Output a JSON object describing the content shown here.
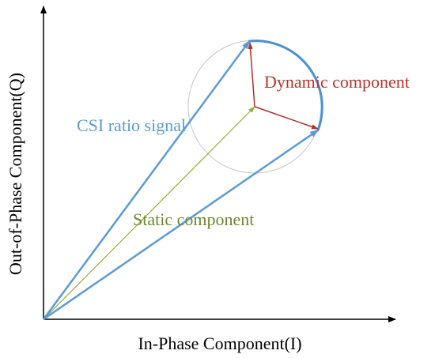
{
  "axes": {
    "x_label": "In-Phase Component(I)",
    "y_label": "Out-of-Phase Component(Q)"
  },
  "labels": {
    "csi_ratio_signal": "CSI ratio signal",
    "static_component": "Static component",
    "dynamic_component": "Dynamic component"
  },
  "colors": {
    "axis": "#000000",
    "csi_vectors": "#5b9bd5",
    "static_vector": "#9aaa38",
    "dynamic_vectors": "#b0302a",
    "arc": "#4a90d9",
    "circle": "#c8c8c8",
    "csi_text": "#5b9bd5",
    "static_text": "#6a8a2c",
    "dynamic_text": "#c0322b"
  }
}
